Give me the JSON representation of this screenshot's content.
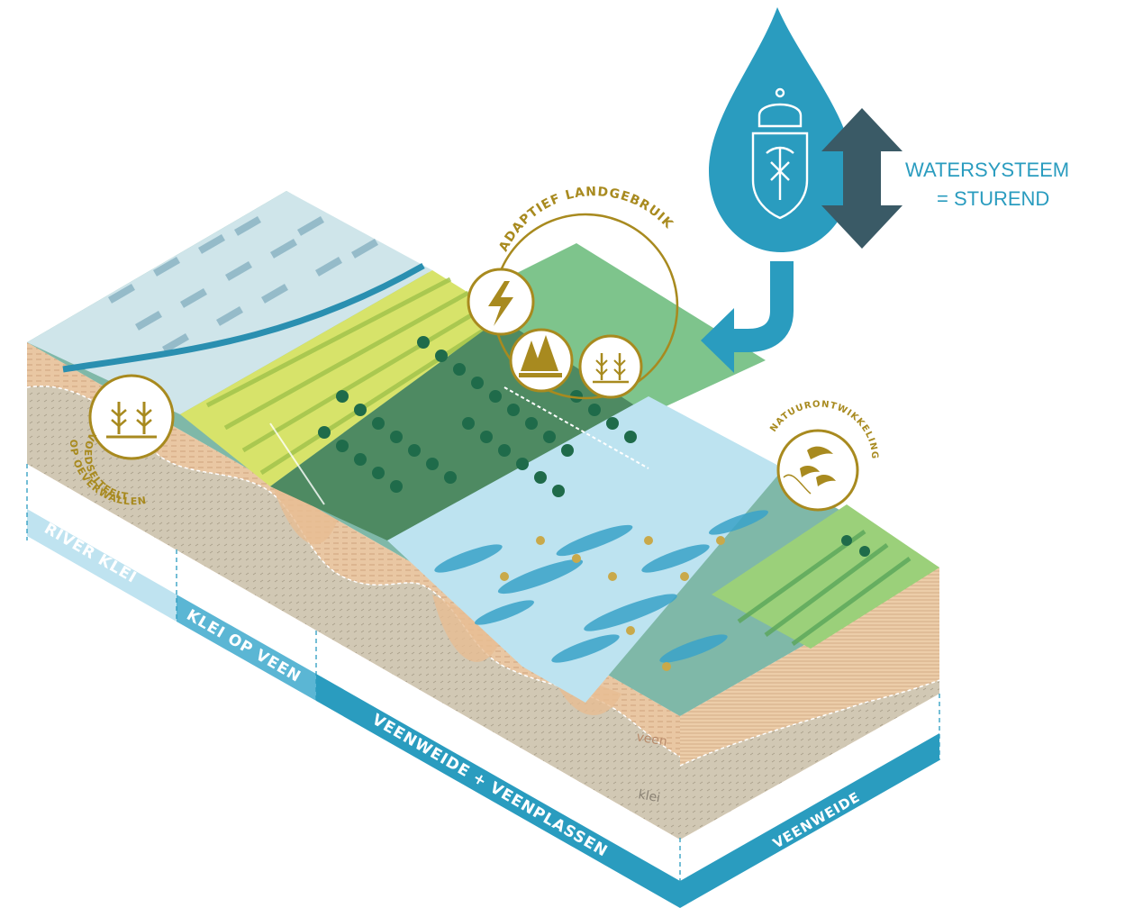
{
  "headline": {
    "line1": "WATERSYSTEEM",
    "line2": "= STUREND"
  },
  "labels": {
    "adaptive_landuse": "ADAPTIEF LANDGEBRUIK",
    "nature_development": "NATUURONTWIKKELING",
    "food_line1": "VOEDSELTEELT",
    "food_line2": "OP OEVERWALLEN",
    "soil_peat": "veen",
    "soil_clay": "klei"
  },
  "bands": [
    {
      "label": "RIVER KLEI"
    },
    {
      "label": "KLEI OP VEEN"
    },
    {
      "label": "VEENWEIDE + VEENPLASSEN"
    },
    {
      "label": "VEENWEIDE"
    }
  ],
  "icons": {
    "water_drop": "water-drop-coat-of-arms",
    "updown": "up-down-arrow",
    "flow": "curved-arrow-left",
    "energy": "lightning",
    "forest": "trees",
    "crops": "grain",
    "birds": "birds"
  },
  "colors": {
    "water": "#2a9cbf",
    "dark_arrow": "#3a5a66",
    "gold": "#a88a1f",
    "light_blue": "#bfe3f0",
    "soil_tan": "#e7c4a0",
    "clay_grey": "#cfc7b3"
  }
}
